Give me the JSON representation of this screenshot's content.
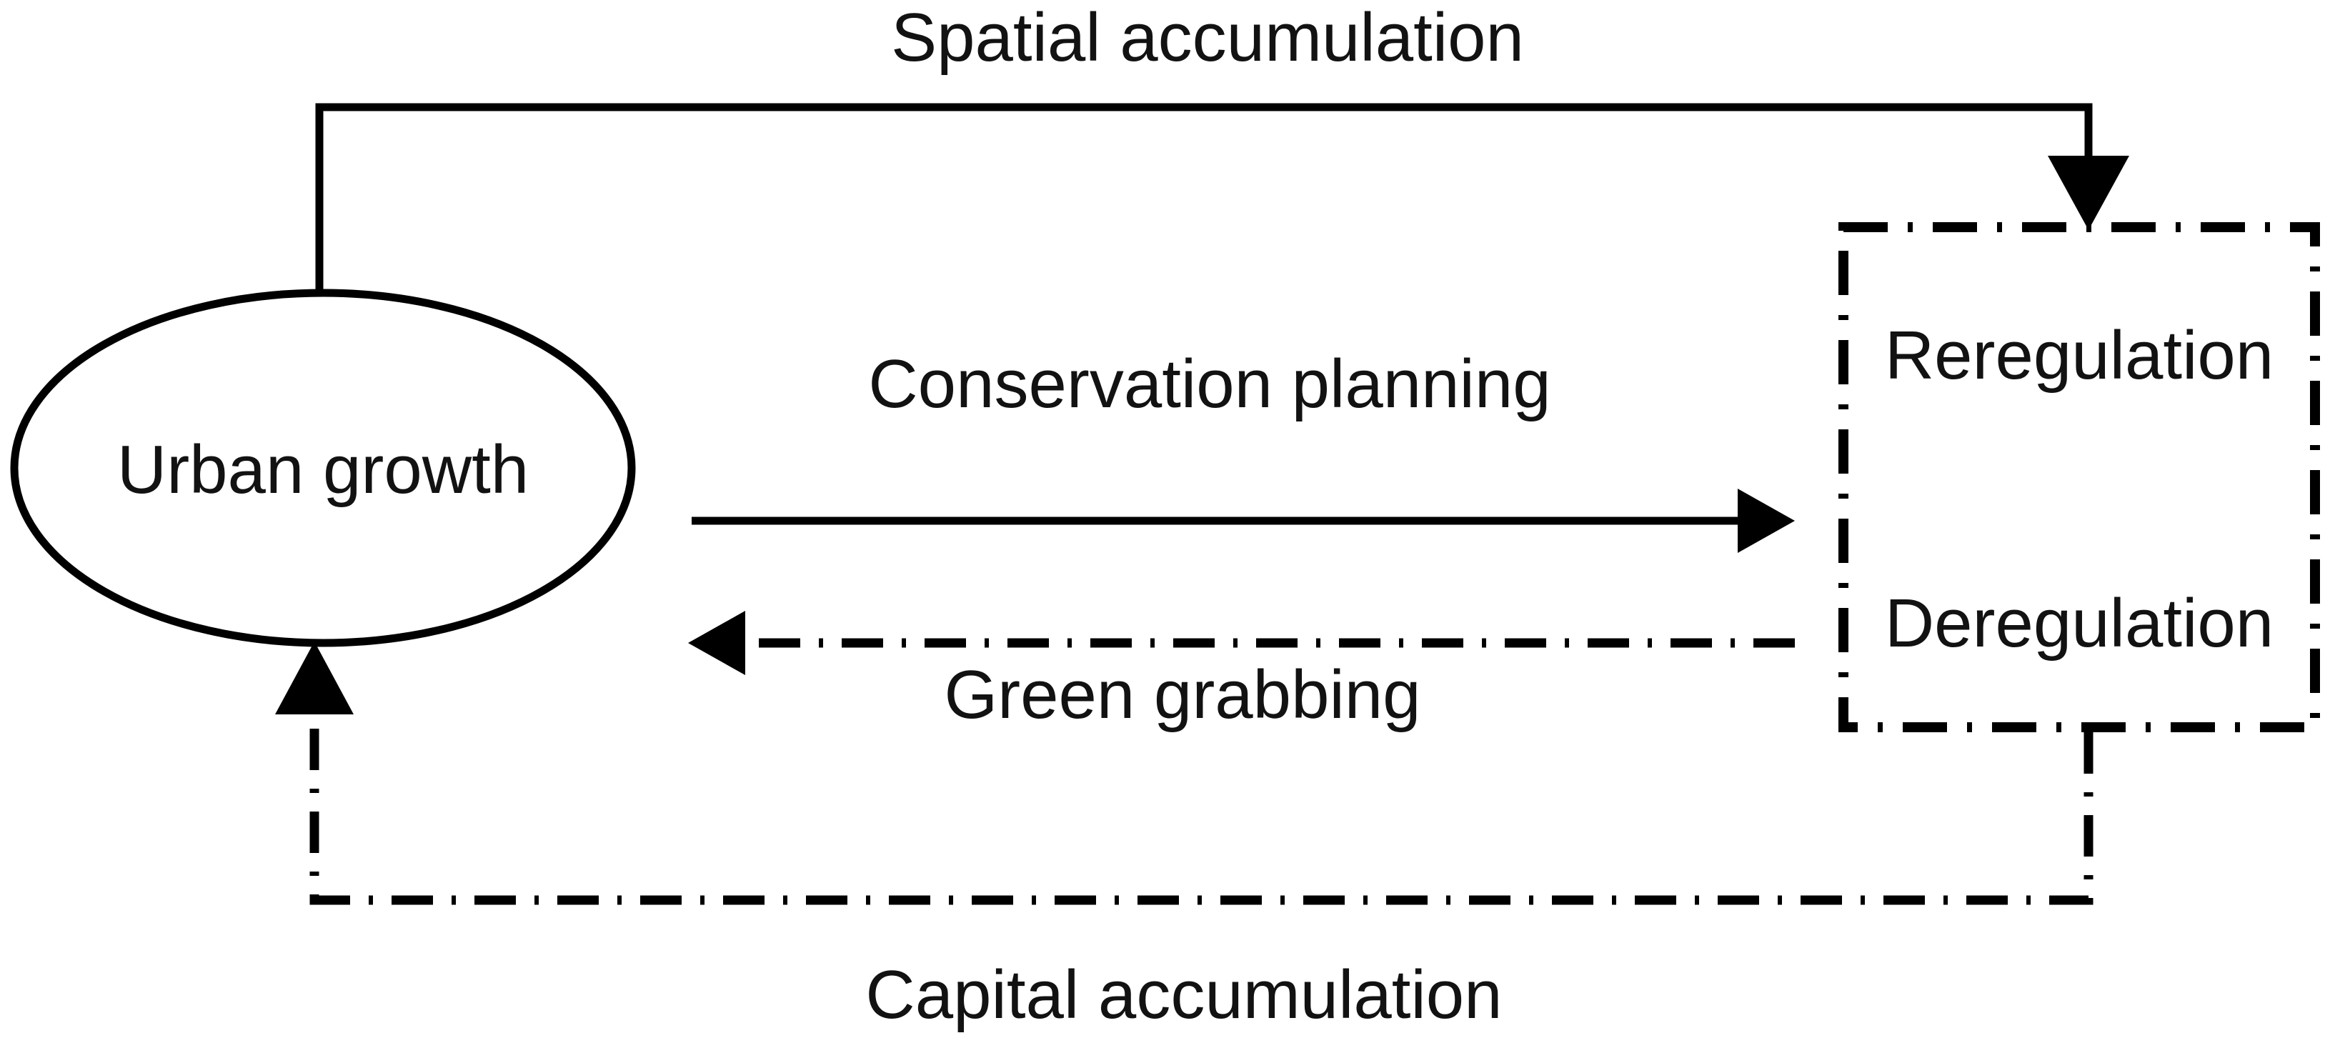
{
  "diagram": {
    "title": "Urban growth and regulation feedback diagram",
    "background_color": "#ffffff",
    "stroke_color": "#000000",
    "text_color": "#121212",
    "nodes": [
      {
        "id": "urban-growth",
        "label": "Urban growth",
        "shape": "ellipse",
        "line_style": "solid"
      },
      {
        "id": "regulation-box",
        "shape": "rectangle",
        "line_style": "dash-dot",
        "labels": [
          "Reregulation",
          "Deregulation"
        ]
      }
    ],
    "node_labels": {
      "urban_growth": "Urban growth",
      "reregulation": "Reregulation",
      "deregulation": "Deregulation"
    },
    "edges": [
      {
        "id": "spatial-accumulation",
        "label": "Spatial accumulation",
        "from": "urban-growth",
        "to": "regulation-box",
        "line_style": "solid",
        "arrow": "end",
        "routing": "top-orthogonal"
      },
      {
        "id": "conservation-planning",
        "label": "Conservation planning",
        "from": "urban-growth",
        "to": "regulation-box",
        "line_style": "solid",
        "arrow": "end",
        "routing": "straight-right"
      },
      {
        "id": "green-grabbing",
        "label": "Green grabbing",
        "from": "regulation-box",
        "to": "urban-growth",
        "line_style": "dash-dot",
        "arrow": "end",
        "routing": "straight-left"
      },
      {
        "id": "capital-accumulation",
        "label": "Capital accumulation",
        "from": "regulation-box",
        "to": "urban-growth",
        "line_style": "dash-dot",
        "arrow": "end",
        "routing": "bottom-orthogonal"
      }
    ],
    "edge_labels": {
      "spatial_accumulation": "Spatial accumulation",
      "conservation_planning": "Conservation planning",
      "green_grabbing": "Green grabbing",
      "capital_accumulation": "Capital accumulation"
    }
  }
}
